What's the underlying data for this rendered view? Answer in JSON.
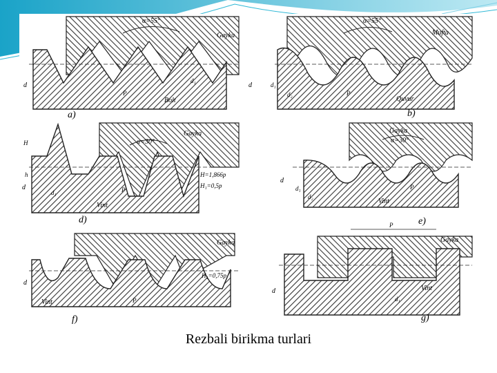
{
  "caption": "Rezbali birikma turlari",
  "colors": {
    "accent": "#2fb8d6",
    "accent_light": "#a8e3ef",
    "ink": "#222222"
  },
  "panels": {
    "a": {
      "letter": "a)",
      "angle": "α=55°",
      "nut": "Gayka",
      "bolt": "Bolt",
      "pitch": "P",
      "d": "d",
      "d1": "d₁"
    },
    "b": {
      "letter": "b)",
      "angle": "α=55°",
      "coupling": "Mufta",
      "pipe": "Quvur",
      "pitch": "P",
      "d": "d",
      "d1": "d₁",
      "d2": "d₂"
    },
    "d": {
      "letter": "d)",
      "angle": "α=30°",
      "nut": "Gayka",
      "screw": "Vint",
      "H_formula": "H=1,866p",
      "h1_formula": "H₁=0,5p",
      "pitch": "P",
      "H": "H",
      "h": "h",
      "d": "d",
      "d1": "d₁"
    },
    "e": {
      "letter": "e)",
      "angle": "α=30°",
      "nut": "Gayka",
      "screw": "Vint",
      "pitch": "P",
      "d": "d",
      "d1": "d₁",
      "d2": "d₂"
    },
    "f": {
      "letter": "f)",
      "nut": "Gayka",
      "screw": "Vint",
      "h1_formula": "H₁=0,75p",
      "pitch": "P",
      "d": "d"
    },
    "g": {
      "letter": "g)",
      "nut": "Gayka",
      "screw": "Vint",
      "pitch": "P",
      "d": "d",
      "d1": "d₁"
    }
  }
}
